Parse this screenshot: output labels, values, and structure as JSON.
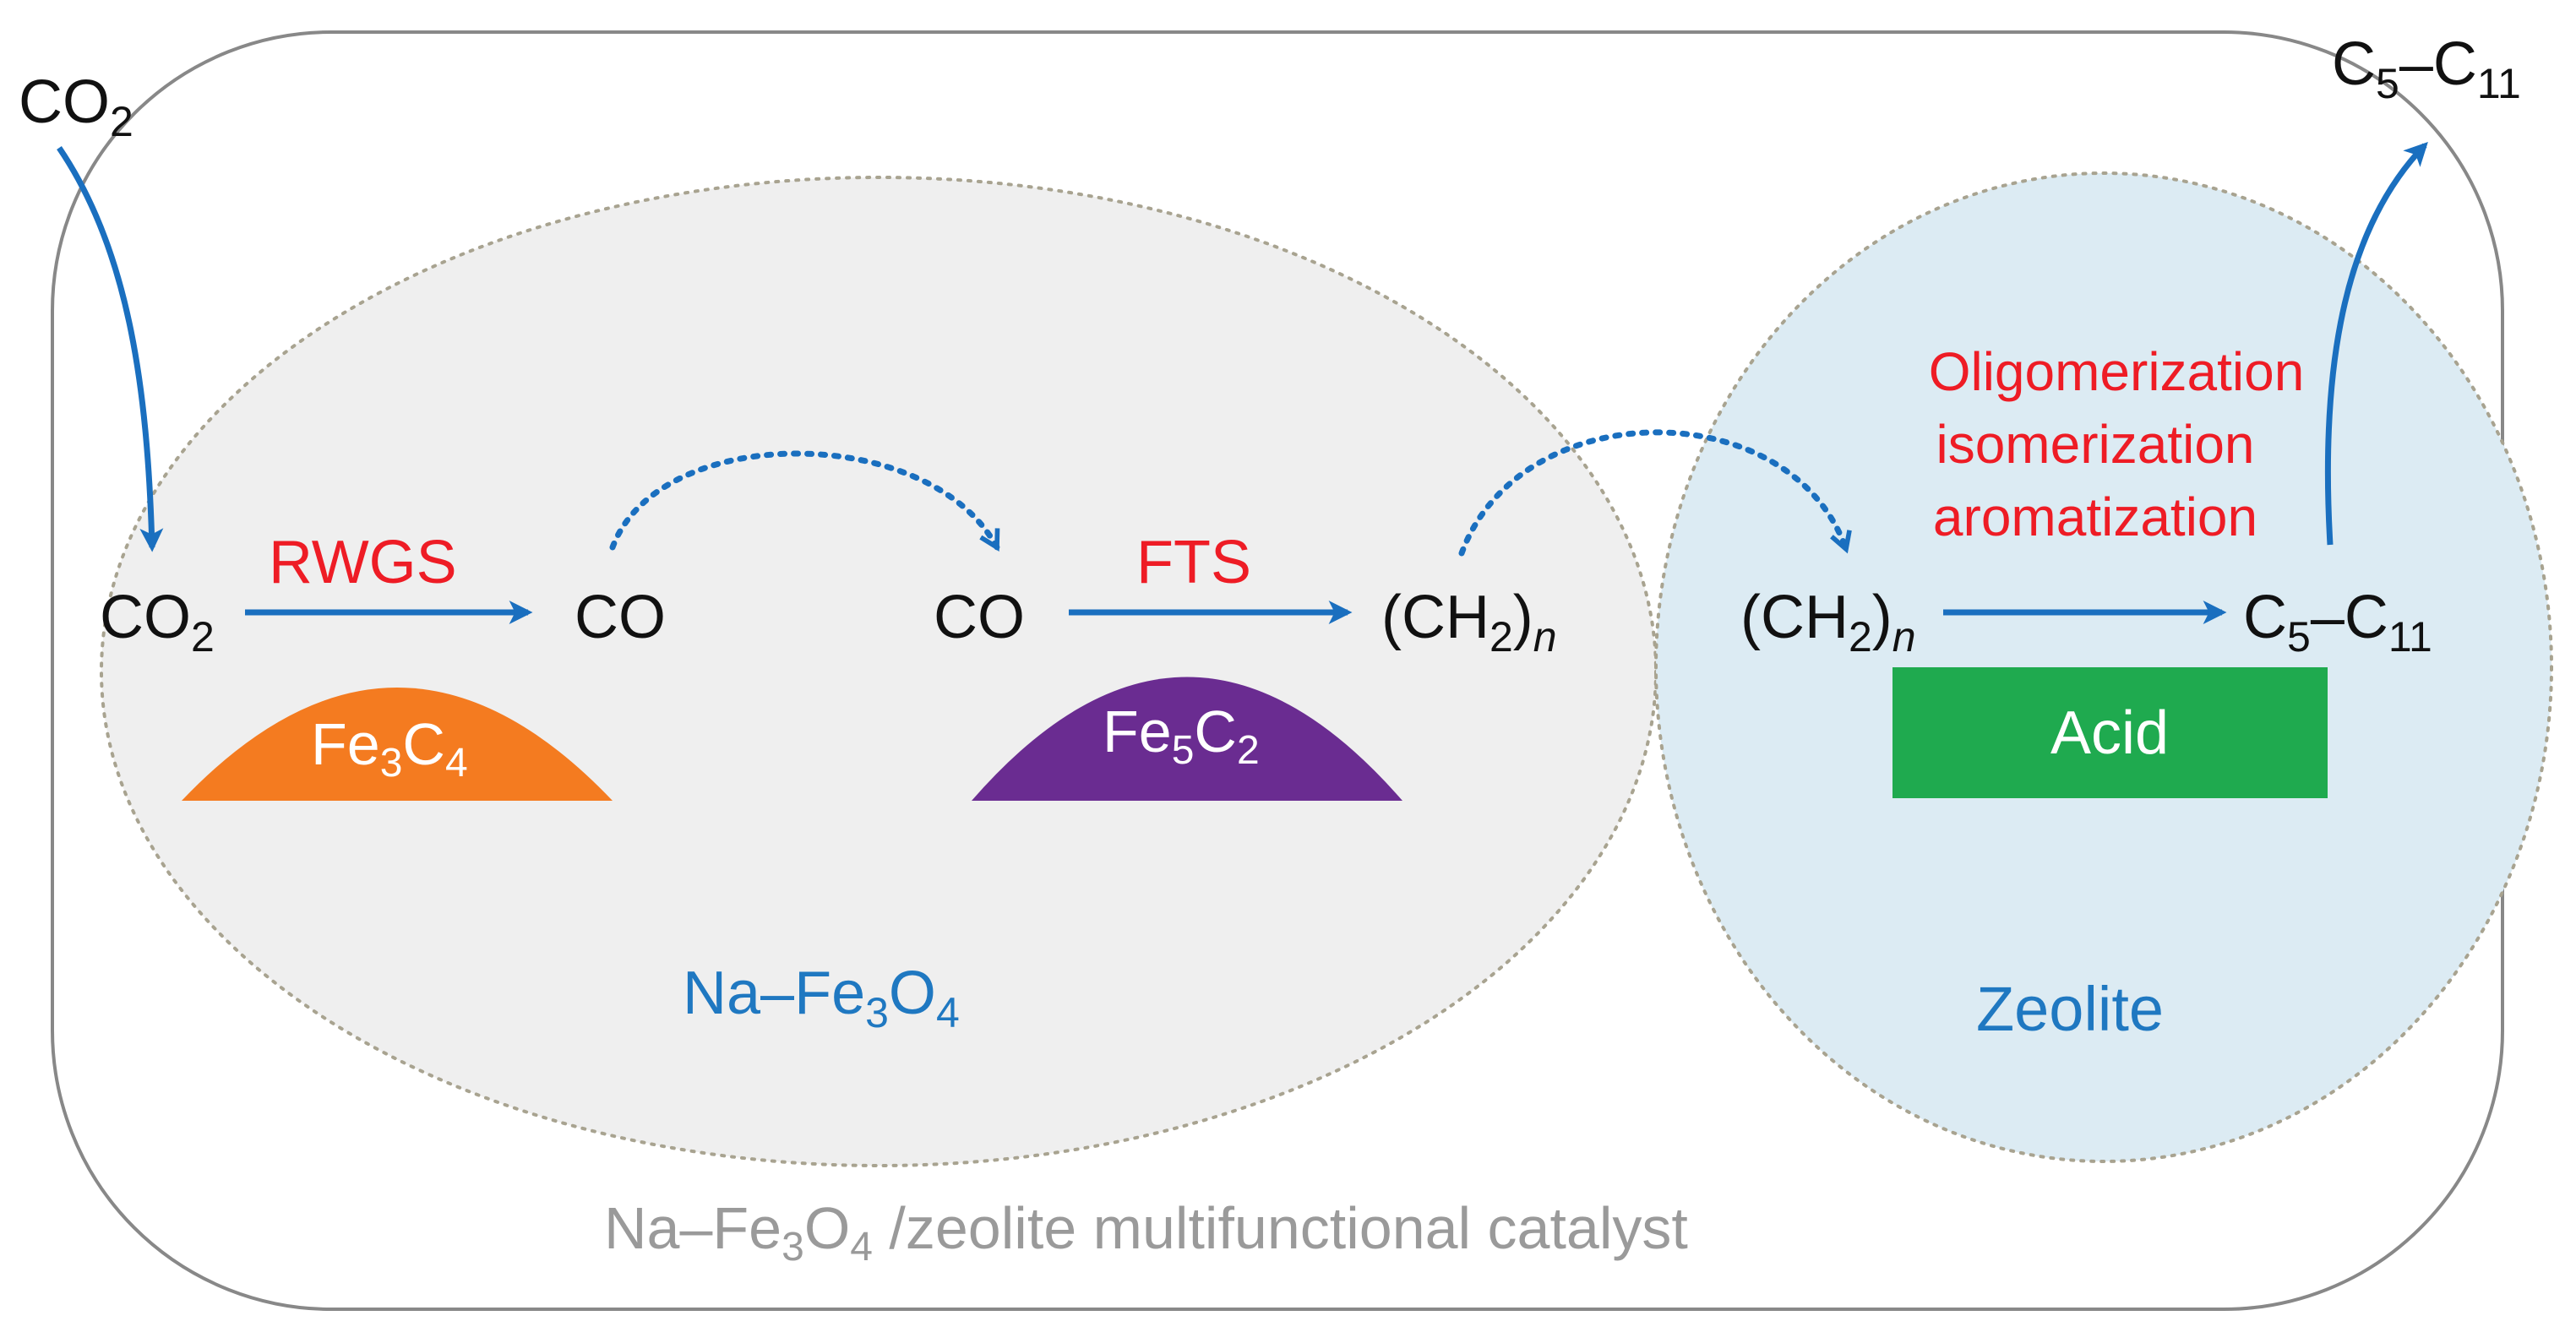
{
  "colors": {
    "arrow": "#1a6fbf",
    "reaction_label": "#ee1c25",
    "fe3c4": "#f47b20",
    "fe5c2": "#6a2c91",
    "acid": "#1faa4f",
    "zeolite_fill": "#dcebf3",
    "na_fe3o4_fill": "#efefef",
    "outline": "#888888"
  },
  "inlet": {
    "co2": {
      "main": "CO",
      "sub": "2"
    }
  },
  "outlet": {
    "c5c11": {
      "c": "C",
      "s1": "5",
      "dash": "–C",
      "s2": "11"
    }
  },
  "na_fe3o4": {
    "co2": {
      "main": "CO",
      "sub": "2"
    },
    "rwgs_label": "RWGS",
    "co_out": "CO",
    "co_in": "CO",
    "fts_label": "FTS",
    "ch2n": {
      "open": "(CH",
      "sub": "2",
      "close": ")",
      "n": "n"
    },
    "fe3c4": {
      "a": "Fe",
      "b": "3",
      "c": "C",
      "d": "4"
    },
    "fe5c2": {
      "a": "Fe",
      "b": "5",
      "c": "C",
      "d": "2"
    },
    "region_label": {
      "a": "Na–Fe",
      "b": "3",
      "c": "O",
      "d": "4"
    }
  },
  "zeolite": {
    "ch2n": {
      "open": "(CH",
      "sub": "2",
      "close": ")",
      "n": "n"
    },
    "product": {
      "c": "C",
      "s1": "5",
      "dash": "–C",
      "s2": "11"
    },
    "processes": [
      "Oligomerization",
      "isomerization",
      "aromatization"
    ],
    "acid_label": "Acid",
    "region_label": "Zeolite"
  },
  "catalyst_label": {
    "a": "Na–Fe",
    "b": "3",
    "c": "O",
    "d": "4",
    "e": " /zeolite multifunctional catalyst"
  }
}
